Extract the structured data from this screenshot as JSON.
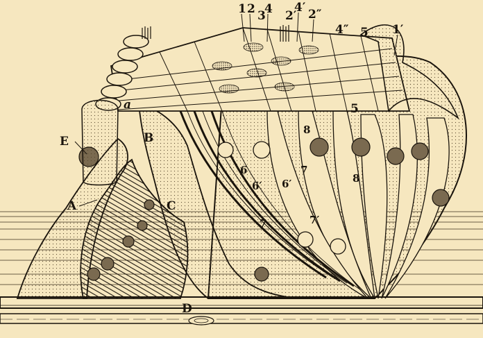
{
  "figure": {
    "background_color": "#f6e7bf",
    "ink_color": "#1a140c",
    "labels": {
      "n1": "1",
      "n2": "2",
      "n3": "3",
      "n4": "4",
      "n2p": "2′",
      "n4p": "4′",
      "n2pp": "2″",
      "n4pp": "4″",
      "n5_top": "5",
      "n1p": "1′",
      "n5_cell": "5",
      "a": "a",
      "E": "E",
      "B": "B",
      "A": "A",
      "C": "C",
      "D": "D",
      "n6": "6",
      "n6p": "6′",
      "n6p_b": "6′",
      "n7_top": "7",
      "n7": "7",
      "n7p": "7′",
      "n8_top": "8",
      "n8": "8"
    }
  }
}
